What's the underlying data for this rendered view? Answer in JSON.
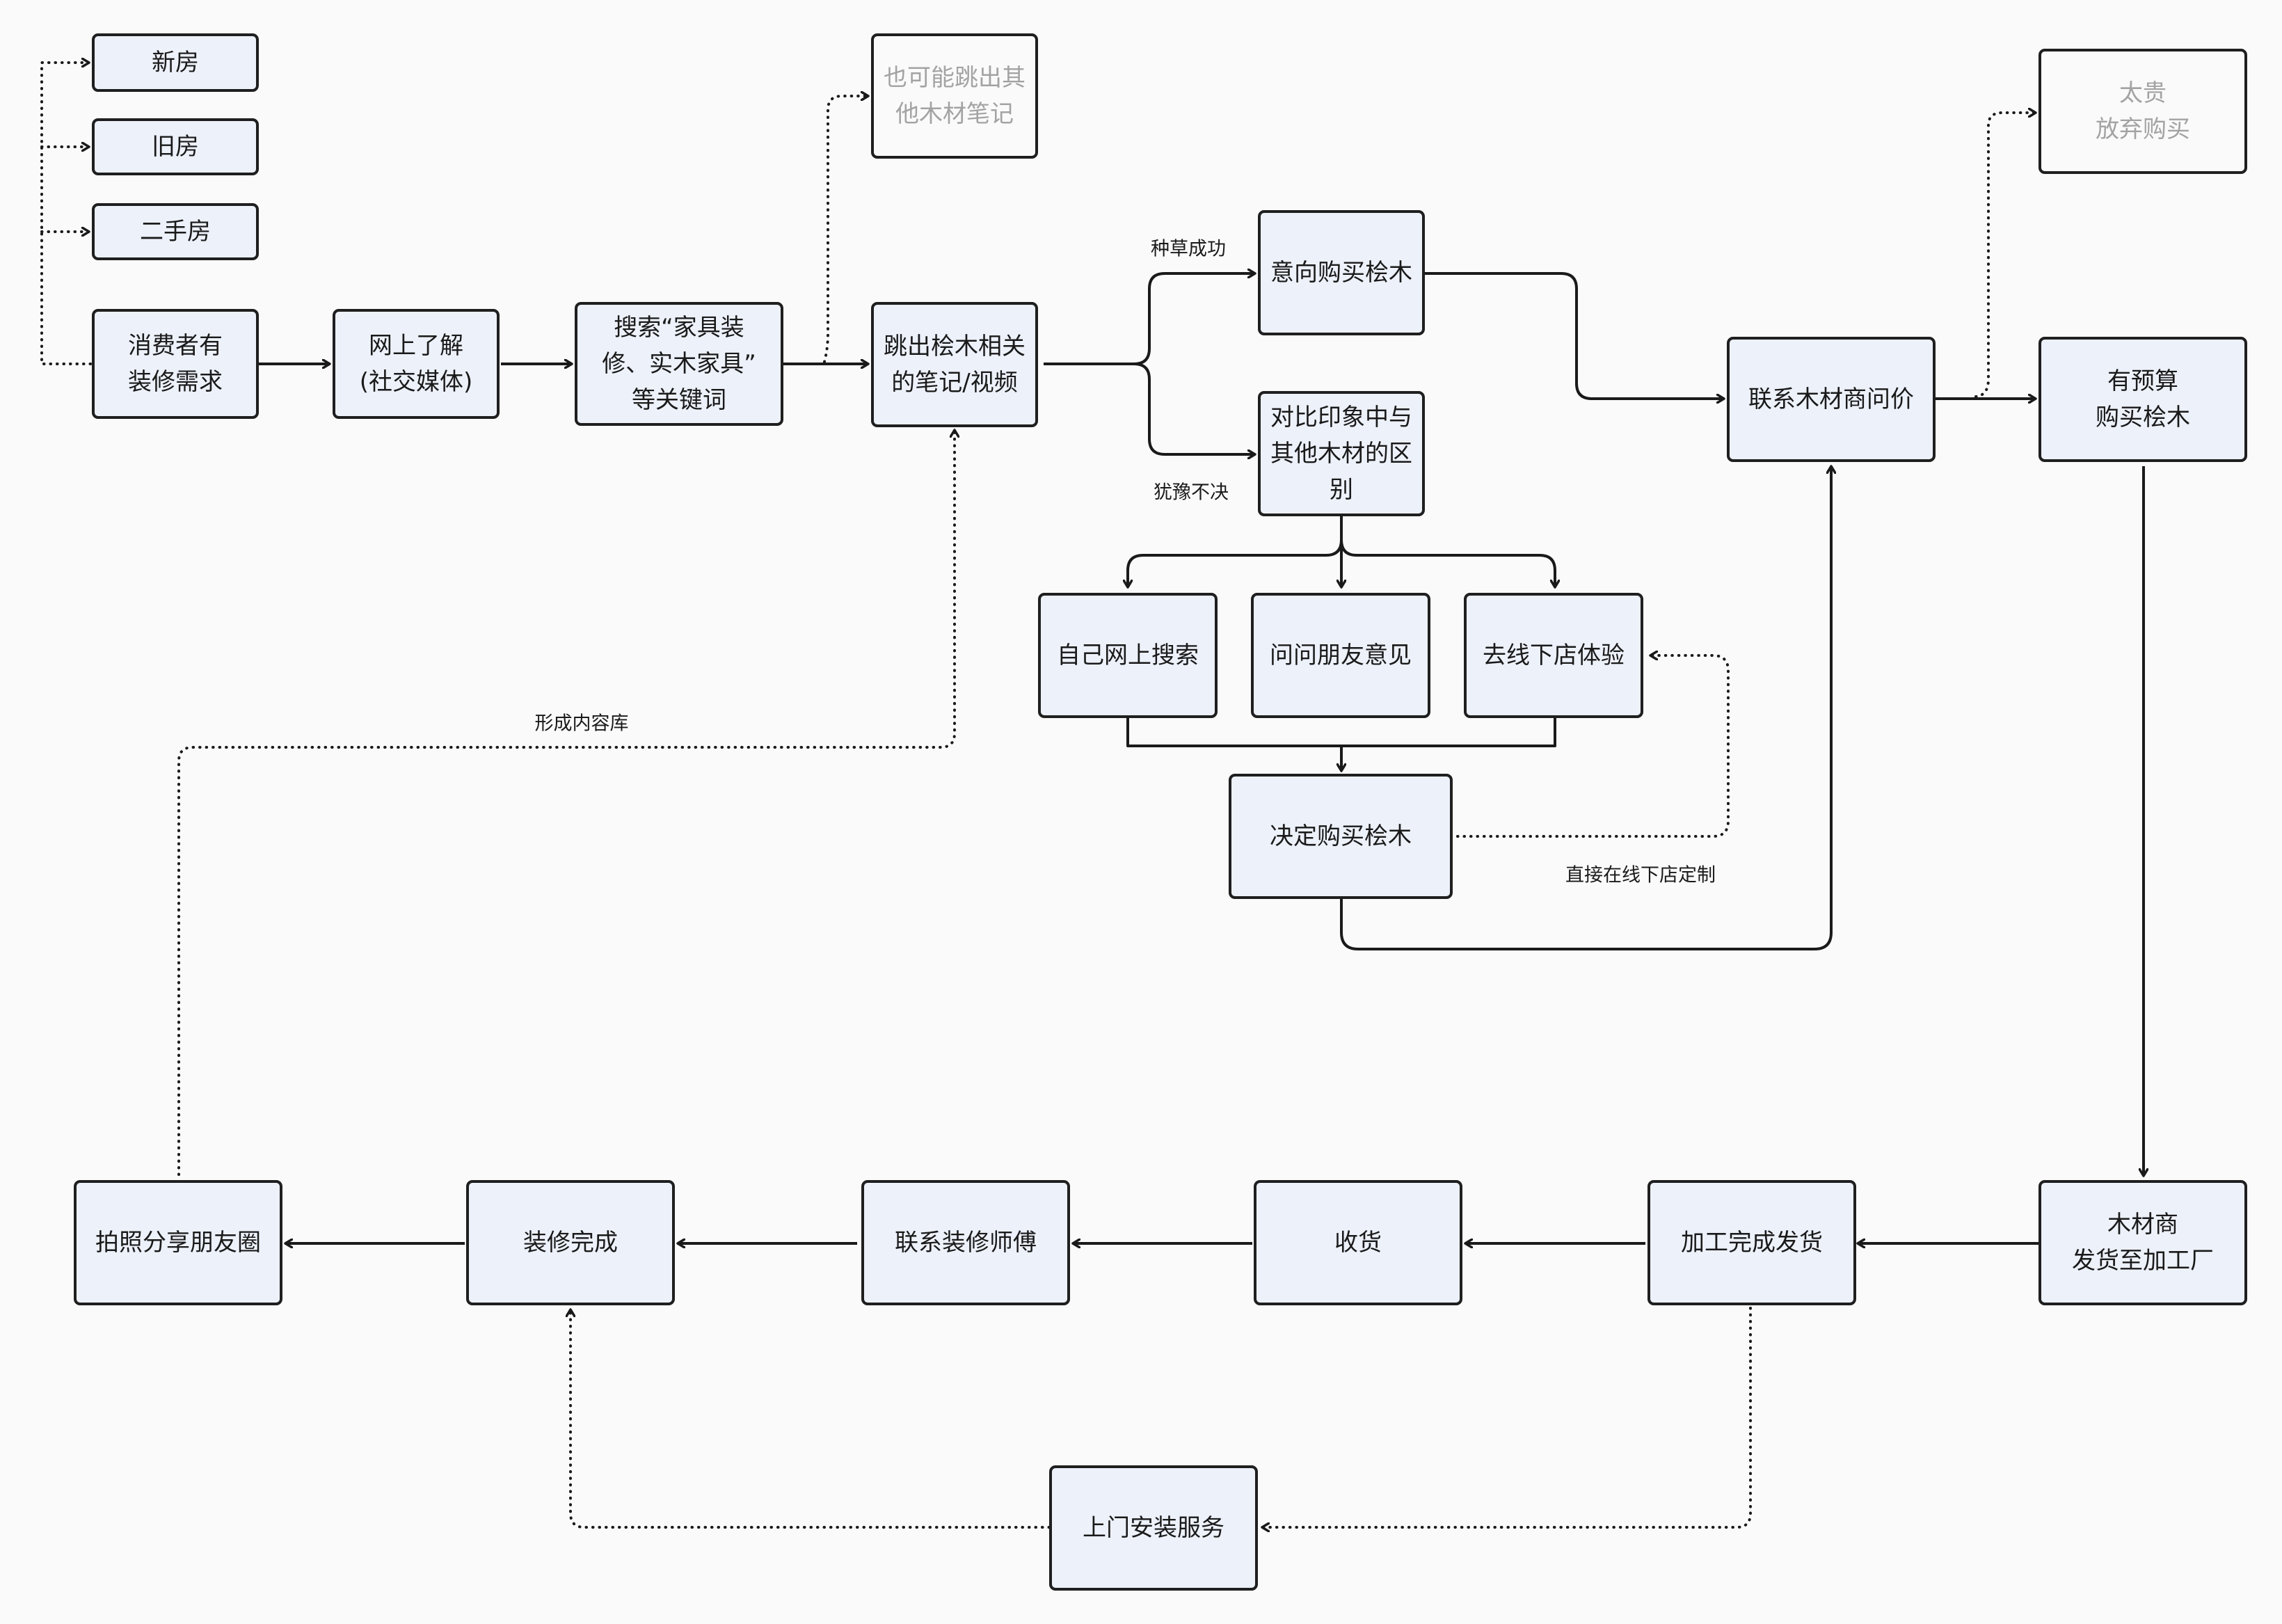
{
  "nodes": [
    {
      "id": "new-house",
      "lines": [
        "新房"
      ],
      "style": "normal"
    },
    {
      "id": "old-house",
      "lines": [
        "旧房"
      ],
      "style": "normal"
    },
    {
      "id": "second-hand-house",
      "lines": [
        "二手房"
      ],
      "style": "normal"
    },
    {
      "id": "consumer-need",
      "lines": [
        "消费者有",
        "装修需求"
      ],
      "style": "normal"
    },
    {
      "id": "learn-online",
      "lines": [
        "网上了解",
        "(社交媒体)"
      ],
      "style": "normal"
    },
    {
      "id": "search-keywords",
      "lines": [
        "搜索“家具装",
        "修、实木家具”",
        "等关键词"
      ],
      "style": "normal"
    },
    {
      "id": "other-wood-notes",
      "lines": [
        "也可能跳出其",
        "他木材笔记"
      ],
      "style": "dim"
    },
    {
      "id": "cypress-notes",
      "lines": [
        "跳出桧木相关",
        "的笔记/视频"
      ],
      "style": "normal"
    },
    {
      "id": "intend-buy",
      "lines": [
        "意向购买桧木"
      ],
      "style": "normal"
    },
    {
      "id": "compare-woods",
      "lines": [
        "对比印象中与",
        "其他木材的区",
        "别"
      ],
      "style": "normal"
    },
    {
      "id": "self-search",
      "lines": [
        "自己网上搜索"
      ],
      "style": "normal"
    },
    {
      "id": "ask-friends",
      "lines": [
        "问问朋友意见"
      ],
      "style": "normal"
    },
    {
      "id": "offline-store",
      "lines": [
        "去线下店体验"
      ],
      "style": "normal"
    },
    {
      "id": "decide-buy",
      "lines": [
        "决定购买桧木"
      ],
      "style": "normal"
    },
    {
      "id": "contact-supplier",
      "lines": [
        "联系木材商问价"
      ],
      "style": "normal"
    },
    {
      "id": "too-expensive",
      "lines": [
        "太贵",
        "放弃购买"
      ],
      "style": "dim"
    },
    {
      "id": "has-budget",
      "lines": [
        "有预算",
        "购买桧木"
      ],
      "style": "normal"
    },
    {
      "id": "ship-to-factory",
      "lines": [
        "木材商",
        "发货至加工厂"
      ],
      "style": "normal"
    },
    {
      "id": "processing-done",
      "lines": [
        "加工完成发货"
      ],
      "style": "normal"
    },
    {
      "id": "receive-goods",
      "lines": [
        "收货"
      ],
      "style": "normal"
    },
    {
      "id": "contact-carpenter",
      "lines": [
        "联系装修师傅"
      ],
      "style": "normal"
    },
    {
      "id": "renovation-done",
      "lines": [
        "装修完成"
      ],
      "style": "normal"
    },
    {
      "id": "share-moments",
      "lines": [
        "拍照分享朋友圈"
      ],
      "style": "normal"
    },
    {
      "id": "onsite-install",
      "lines": [
        "上门安装服务"
      ],
      "style": "normal"
    }
  ],
  "edge_labels": [
    {
      "id": "label-seeded",
      "text": "种草成功"
    },
    {
      "id": "label-hesitant",
      "text": "犹豫不决"
    },
    {
      "id": "label-content-library",
      "text": "形成内容库"
    },
    {
      "id": "label-offline-custom",
      "text": "直接在线下店定制"
    }
  ],
  "colors": {
    "node_fill": "#edf1fa",
    "node_stroke": "#1f1f1f",
    "dim_text": "#a3a3a3",
    "background": "#fafafa"
  }
}
